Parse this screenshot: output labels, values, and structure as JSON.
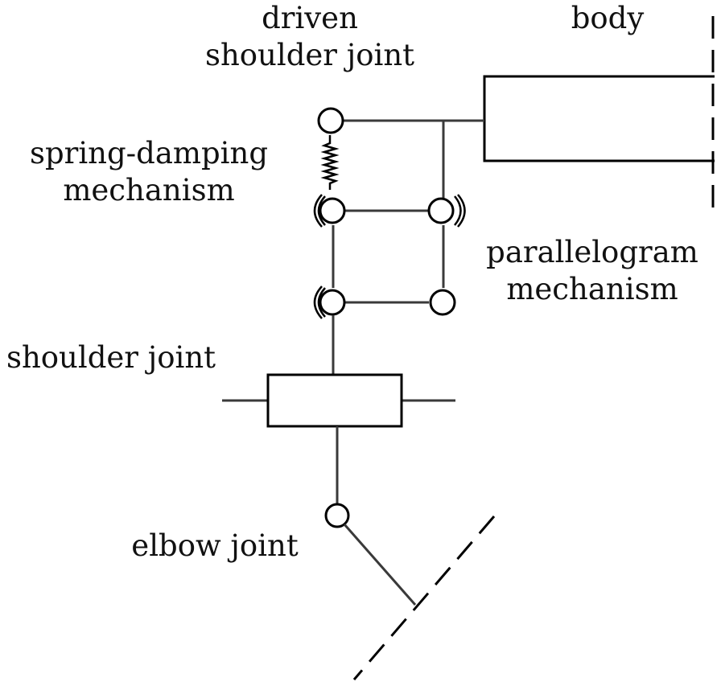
{
  "labels": {
    "driven_shoulder_joint": [
      "driven",
      "shoulder joint"
    ],
    "body": "body",
    "spring_damping_mechanism": [
      "spring-damping",
      "mechanism"
    ],
    "parallelogram_mechanism": [
      "parallelogram",
      "mechanism"
    ],
    "shoulder_joint": "shoulder joint",
    "elbow_joint": "elbow joint"
  },
  "colors": {
    "line": "#3a3a3a",
    "outline": "#000000",
    "text": "#111111"
  }
}
